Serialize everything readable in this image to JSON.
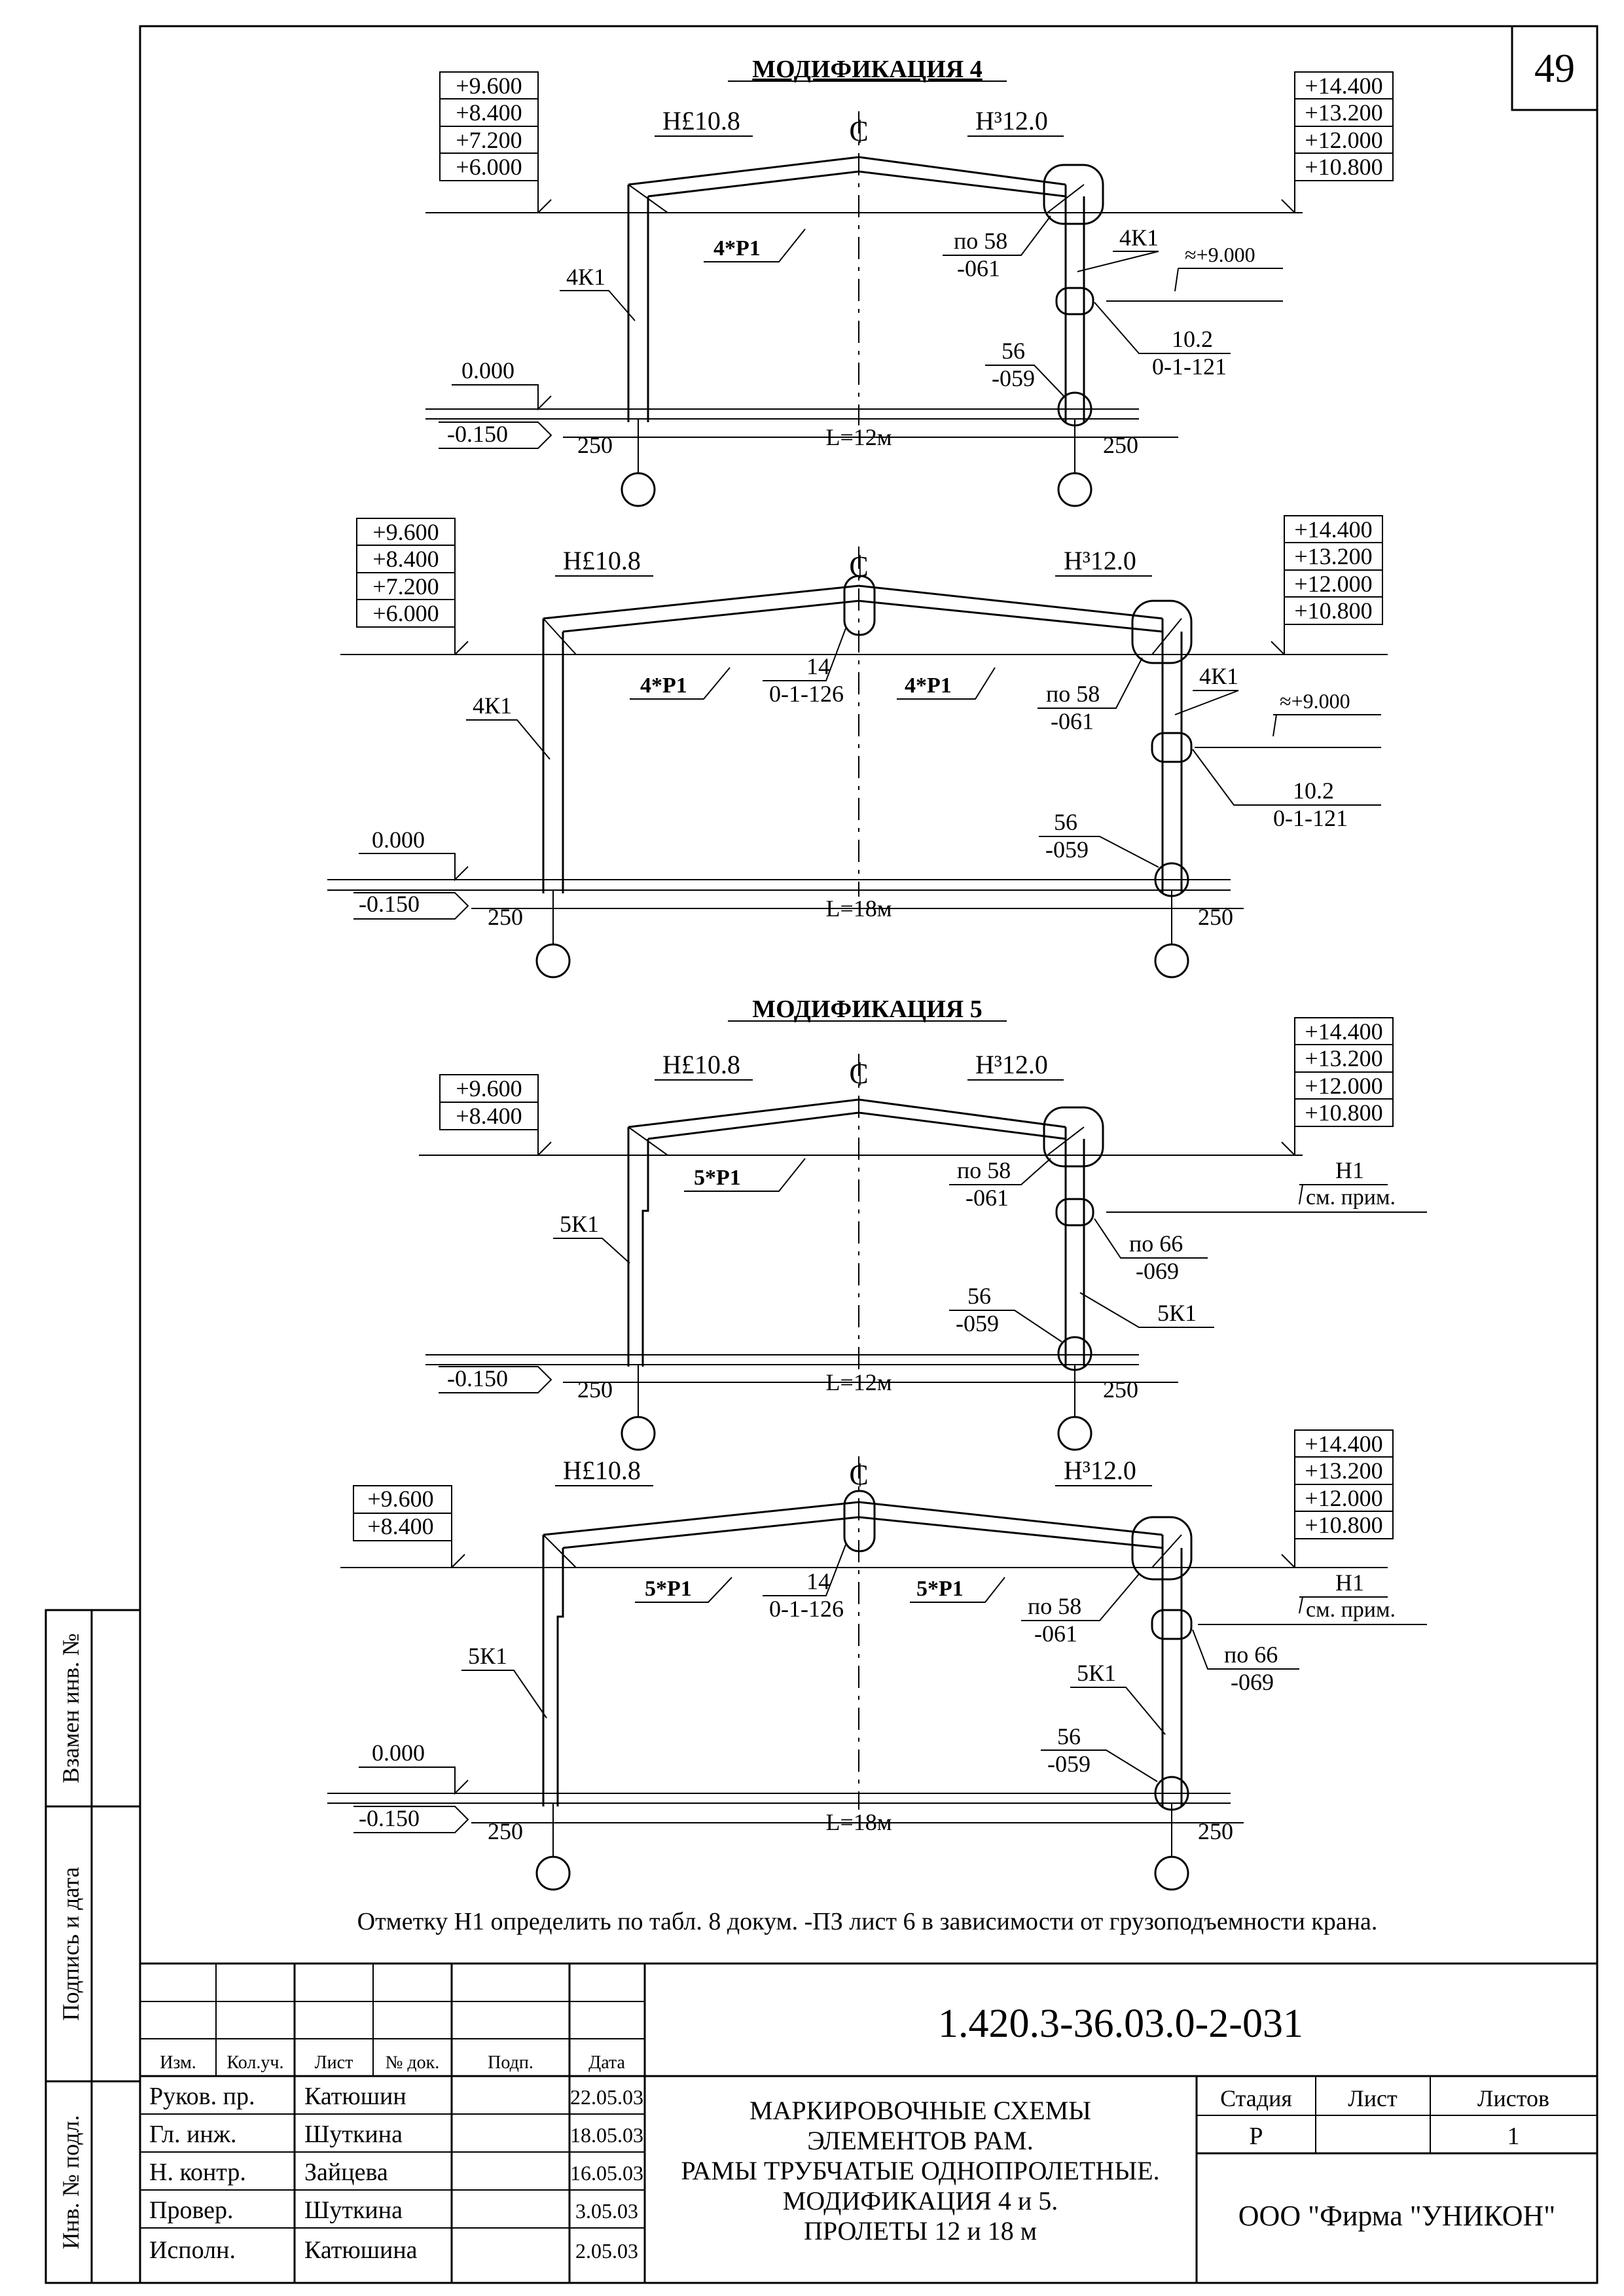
{
  "sheet_number": "49",
  "mod4_title": "МОДИФИКАЦИЯ 4",
  "mod5_title": "МОДИФИКАЦИЯ 5",
  "h_left": "H£10.8",
  "h_right": "H³12.0",
  "axis_symbol": "₵",
  "frames": {
    "m4_12": {
      "left_levels": [
        "+9.600",
        "+8.400",
        "+7.200",
        "+6.000"
      ],
      "right_levels": [
        "+14.400",
        "+13.200",
        "+12.000",
        "+10.800"
      ],
      "rafter": "4*Р1",
      "col_left": "4К1",
      "col_right": "4К1",
      "knot_top_a": "по 58",
      "knot_top_b": "-061",
      "knot_mid_a": "10.2",
      "knot_mid_b": "0-1-121",
      "mark_mid": "≈+9.000",
      "knot_base_a": "56",
      "knot_base_b": "-059",
      "zero": "0.000",
      "minus": "-0.150",
      "w_left": "250",
      "w_right": "250",
      "span": "L=12м"
    },
    "m4_18": {
      "left_levels": [
        "+9.600",
        "+8.400",
        "+7.200",
        "+6.000"
      ],
      "right_levels": [
        "+14.400",
        "+13.200",
        "+12.000",
        "+10.800"
      ],
      "rafter_l": "4*Р1",
      "rafter_r": "4*Р1",
      "ridge_a": "14",
      "ridge_b": "0-1-126",
      "col_left": "4К1",
      "col_right": "4К1",
      "knot_top_a": "по 58",
      "knot_top_b": "-061",
      "knot_mid_a": "10.2",
      "knot_mid_b": "0-1-121",
      "mark_mid": "≈+9.000",
      "knot_base_a": "56",
      "knot_base_b": "-059",
      "zero": "0.000",
      "minus": "-0.150",
      "w_left": "250",
      "w_right": "250",
      "span": "L=18м"
    },
    "m5_12": {
      "left_levels": [
        "+9.600",
        "+8.400"
      ],
      "right_levels": [
        "+14.400",
        "+13.200",
        "+12.000",
        "+10.800"
      ],
      "rafter": "5*Р1",
      "col_left": "5К1",
      "col_right": "5К1",
      "knot_top_a": "по 58",
      "knot_top_b": "-061",
      "h1_a": "H1",
      "h1_b": "см. прим.",
      "knot_mid_a": "по 66",
      "knot_mid_b": "-069",
      "knot_base_a": "56",
      "knot_base_b": "-059",
      "minus": "-0.150",
      "w_left": "250",
      "w_right": "250",
      "span": "L=12м"
    },
    "m5_18": {
      "left_levels": [
        "+9.600",
        "+8.400"
      ],
      "right_levels": [
        "+14.400",
        "+13.200",
        "+12.000",
        "+10.800"
      ],
      "rafter_l": "5*Р1",
      "rafter_r": "5*Р1",
      "ridge_a": "14",
      "ridge_b": "0-1-126",
      "col_left": "5К1",
      "col_right": "5К1",
      "knot_top_a": "по 58",
      "knot_top_b": "-061",
      "h1_a": "H1",
      "h1_b": "см. прим.",
      "knot_mid_a": "по 66",
      "knot_mid_b": "-069",
      "knot_base_a": "56",
      "knot_base_b": "-059",
      "zero": "0.000",
      "minus": "-0.150",
      "w_left": "250",
      "w_right": "250",
      "span": "L=18м"
    }
  },
  "note": "Отметку H1 определить по табл. 8 докум. -ПЗ лист 6 в зависимости от грузоподъемности крана.",
  "side": {
    "replaced": "Взамен инв. №",
    "signature": "Подпись и дата",
    "inv": "Инв. № подл."
  },
  "title_block": {
    "code": "1.420.3-36.03.0-2-031",
    "headers": [
      "Изм.",
      "Кол.уч.",
      "Лист",
      "№ док.",
      "Подп.",
      "Дата"
    ],
    "rows": [
      {
        "role": "Руков. пр.",
        "name": "Катюшин",
        "date": "22.05.03"
      },
      {
        "role": "Гл. инж.",
        "name": "Шуткина",
        "date": "18.05.03"
      },
      {
        "role": "Н. контр.",
        "name": "Зайцева",
        "date": "16.05.03"
      },
      {
        "role": "Провер.",
        "name": "Шуткина",
        "date": "3.05.03"
      },
      {
        "role": "Исполн.",
        "name": "Катюшина",
        "date": "2.05.03"
      }
    ],
    "title_lines": [
      "МАРКИРОВОЧНЫЕ СХЕМЫ",
      "ЭЛЕМЕНТОВ РАМ.",
      "РАМЫ ТРУБЧАТЫЕ ОДНОПРОЛЕТНЫЕ.",
      "МОДИФИКАЦИЯ 4 и 5.",
      "ПРОЛЕТЫ 12 и 18 м"
    ],
    "stage_label": "Стадия",
    "sheet_label": "Лист",
    "sheets_label": "Листов",
    "stage": "Р",
    "sheets": "1",
    "company": "ООО  \"Фирма \"УНИКОН\""
  }
}
